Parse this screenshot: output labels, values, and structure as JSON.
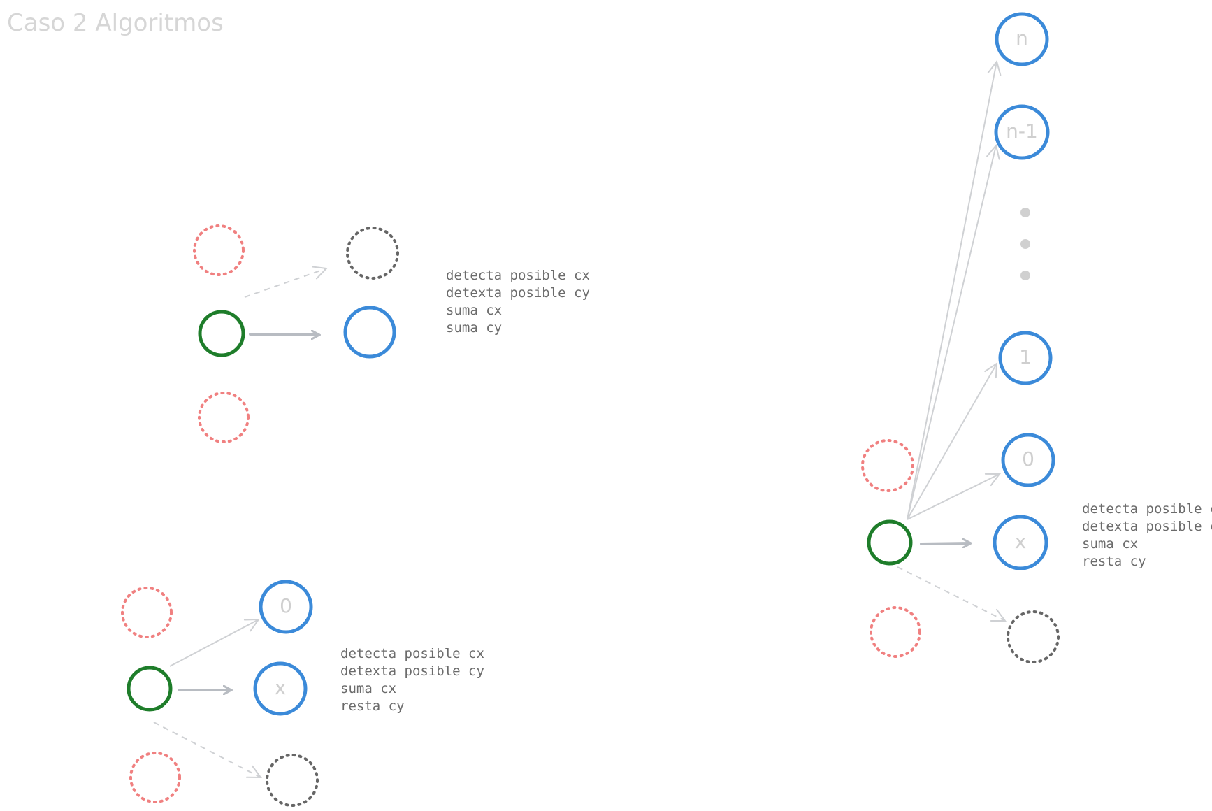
{
  "title": "Caso 2 Algoritmos",
  "diagrams": {
    "top_left": {
      "notes": [
        "detecta posible cx",
        "detexta posible cy",
        "suma cx",
        "suma cy"
      ]
    },
    "bottom_left": {
      "node_labels": {
        "zero": "0",
        "x": "x"
      },
      "notes": [
        "detecta posible cx",
        "detexta posible cy",
        "suma cx",
        "resta cy"
      ]
    },
    "right": {
      "node_labels": {
        "n": "n",
        "n_minus_1": "n-1",
        "one": "1",
        "zero": "0",
        "x": "x"
      },
      "notes": [
        "detecta posible cx",
        "detexta posible cy",
        "suma cx",
        "resta cy"
      ]
    }
  },
  "colors": {
    "current": "#1e7d2a",
    "candidate": "#3b8ad9",
    "blocked": "#f08080",
    "empty": "#666666"
  }
}
